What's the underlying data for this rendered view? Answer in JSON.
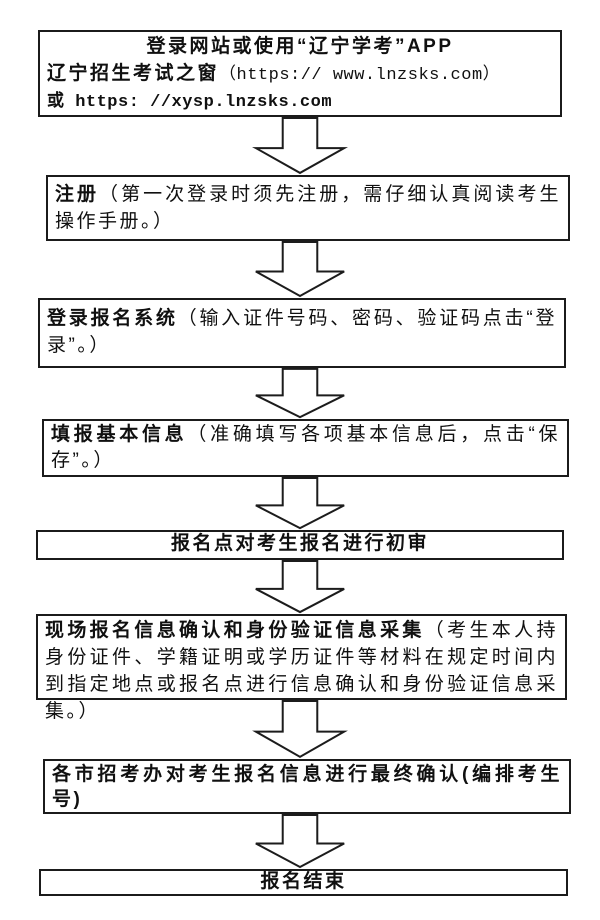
{
  "flowchart": {
    "colors": {
      "background": "#ffffff",
      "border": "#1b1b1b",
      "text": "#101010"
    },
    "box1": {
      "line1": "登录网站或使用“辽宁学考”APP",
      "line2_title": "辽宁招生考试之窗",
      "line2_url": "（https:// www.lnzsks.com）",
      "line3": "或 https: //xysp.lnzsks.com"
    },
    "box2": {
      "title": "注册",
      "detail": "（第一次登录时须先注册，需仔细认真阅读考生操作手册。）"
    },
    "box3": {
      "title": "登录报名系统",
      "detail": "（输入证件号码、密码、验证码点击“登录”。）"
    },
    "box4": {
      "title": "填报基本信息",
      "detail": "（准确填写各项基本信息后，点击“保存”。）"
    },
    "box5": {
      "title": "报名点对考生报名进行初审"
    },
    "box6": {
      "title": "现场报名信息确认和身份验证信息采集",
      "detail": "（考生本人持身份证件、学籍证明或学历证件等材料在规定时间内到指定地点或报名点进行信息确认和身份验证信息采集。）"
    },
    "box7": {
      "title": "各市招考办对考生报名信息进行最终确认(编排考生号)"
    },
    "box8": {
      "title": "报名结束"
    }
  }
}
